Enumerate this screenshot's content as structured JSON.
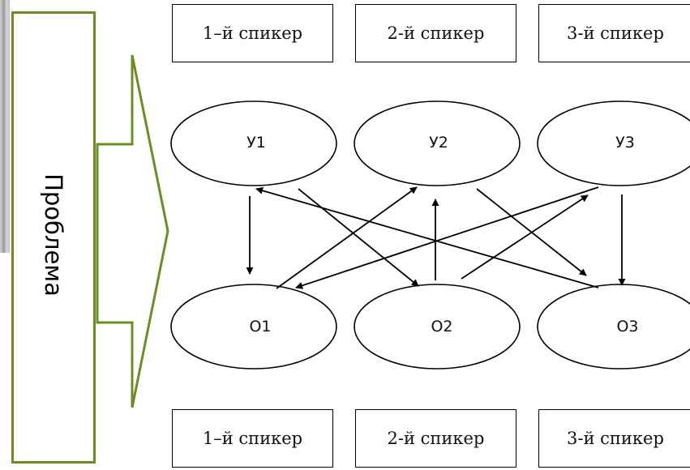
{
  "problem_label": "Проблема",
  "speakers_top": [
    "1–й спикер",
    "2-й спикер",
    "3-й спикер"
  ],
  "speakers_bottom": [
    "1–й спикер",
    "2-й спикер",
    "3-й спикер"
  ],
  "nodes_top": [
    "У1",
    "У2",
    "У3"
  ],
  "nodes_bottom": [
    "О1",
    "О2",
    "О3"
  ],
  "colors": {
    "accent": "#6b8e23",
    "line": "#000000"
  }
}
